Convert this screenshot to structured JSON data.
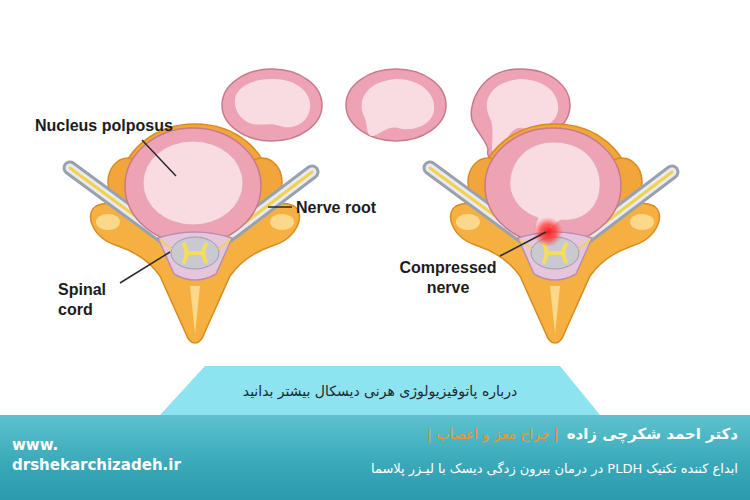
{
  "diagram": {
    "nodes": [
      {
        "text": [
          "درباره پاتوفیزیولوژی هرنی دیسکال بیشتر بدانید"
        ]
      },
      {
        "text": [
          "دکتر احمد شکرچی زاده",
          "| جراح مغز و اعصاب |",
          "ابداع کننده تکنیک PLDH در درمان بیرون زدگی دیسک با لیـزر پلاسما",
          "www. drshekarchizadeh.ir"
        ]
      }
    ],
    "labels": [
      "Nucleus polposus",
      "Nerve root",
      "Spinal cord",
      "Compressed nerve"
    ]
  }
}
